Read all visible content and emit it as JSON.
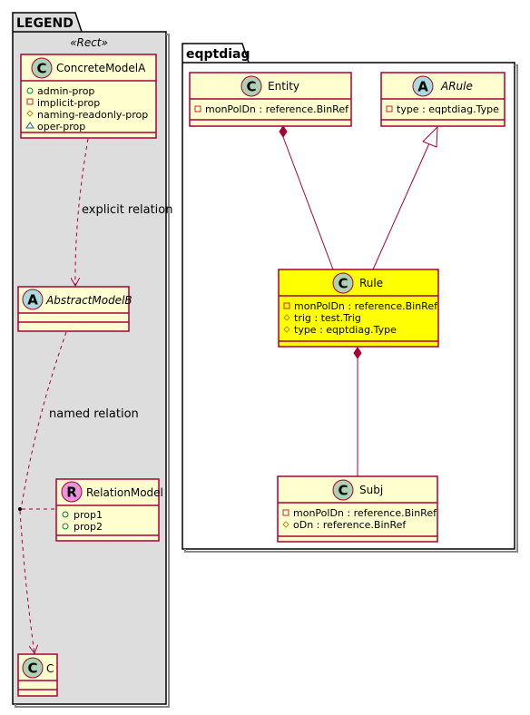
{
  "legend": {
    "title": "LEGEND",
    "stereotype": "«Rect»",
    "concrete": {
      "name": "ConcreteModelA",
      "letter": "C",
      "attrs": [
        "admin-prop",
        "implicit-prop",
        "naming-readonly-prop",
        "oper-prop"
      ]
    },
    "abstract": {
      "name": "AbstractModelB",
      "letter": "A"
    },
    "relation": {
      "name": "RelationModel",
      "letter": "R",
      "attrs": [
        "prop1",
        "prop2"
      ]
    },
    "c": {
      "name": "C",
      "letter": "C"
    },
    "explicit_label": "explicit relation",
    "named_label": "named relation"
  },
  "eqpt": {
    "title": "eqptdiag",
    "entity": {
      "name": "Entity",
      "letter": "C",
      "attrs": [
        "monPolDn : reference.BinRef"
      ]
    },
    "arule": {
      "name": "ARule",
      "letter": "A",
      "attrs": [
        "type : eqptdiag.Type"
      ]
    },
    "rule": {
      "name": "Rule",
      "letter": "C",
      "attrs": [
        "monPolDn : reference.BinRef",
        "trig : test.Trig",
        "type : eqptdiag.Type"
      ]
    },
    "subj": {
      "name": "Subj",
      "letter": "C",
      "attrs": [
        "monPolDn : reference.BinRef",
        "oDn : reference.BinRef"
      ]
    }
  },
  "colors": {
    "class_fill": "#FEFECE",
    "class_border": "#A80036",
    "highlight_fill": "#FFFF00",
    "circle_c": "#ADD1B2",
    "circle_a": "#A9DCDF",
    "circle_r": "#EB93DF",
    "legend_bg": "#DDDDDD",
    "line": "#A80036"
  }
}
